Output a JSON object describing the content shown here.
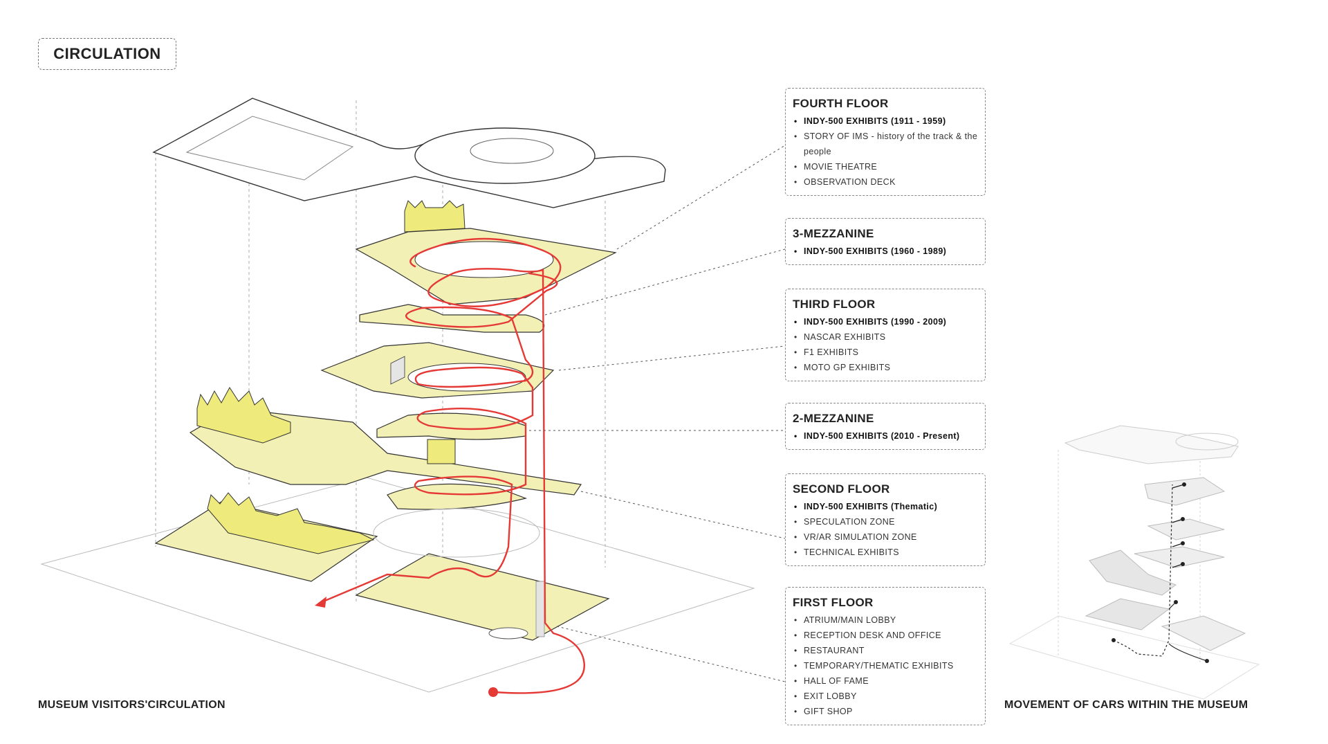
{
  "title": "CIRCULATION",
  "captions": {
    "visitors": "MUSEUM VISITORS'CIRCULATION",
    "cars": "MOVEMENT OF CARS WITHIN THE MUSEUM"
  },
  "colors": {
    "path_red": "#e53935",
    "floor_yellow": "#f3f0b5",
    "wall_yellow": "#eeea7c",
    "outline": "#333333",
    "dashed": "#999999"
  },
  "floors": [
    {
      "name": "FOURTH FLOOR",
      "items": [
        {
          "text": "INDY-500 EXHIBITS (1911 - 1959)",
          "bold": true
        },
        {
          "text": "STORY OF IMS - history of the track & the people",
          "bold": false
        },
        {
          "text": "MOVIE THEATRE",
          "bold": false
        },
        {
          "text": "OBSERVATION DECK",
          "bold": false
        }
      ]
    },
    {
      "name": "3-MEZZANINE",
      "items": [
        {
          "text": "INDY-500 EXHIBITS (1960 - 1989)",
          "bold": true
        }
      ]
    },
    {
      "name": "THIRD FLOOR",
      "items": [
        {
          "text": "INDY-500 EXHIBITS (1990 - 2009)",
          "bold": true
        },
        {
          "text": "NASCAR EXHIBITS",
          "bold": false
        },
        {
          "text": "F1 EXHIBITS",
          "bold": false
        },
        {
          "text": "MOTO GP EXHIBITS",
          "bold": false
        }
      ]
    },
    {
      "name": "2-MEZZANINE",
      "items": [
        {
          "text": "INDY-500 EXHIBITS (2010 - Present)",
          "bold": true
        }
      ]
    },
    {
      "name": "SECOND FLOOR",
      "items": [
        {
          "text": "INDY-500 EXHIBITS (Thematic)",
          "bold": true
        },
        {
          "text": "SPECULATION ZONE",
          "bold": false
        },
        {
          "text": "VR/AR SIMULATION ZONE",
          "bold": false
        },
        {
          "text": "TECHNICAL EXHIBITS",
          "bold": false
        }
      ]
    },
    {
      "name": "FIRST FLOOR",
      "items": [
        {
          "text": "ATRIUM/MAIN LOBBY",
          "bold": false
        },
        {
          "text": "RECEPTION DESK AND OFFICE",
          "bold": false
        },
        {
          "text": "RESTAURANT",
          "bold": false
        },
        {
          "text": "TEMPORARY/THEMATIC EXHIBITS",
          "bold": false
        },
        {
          "text": "HALL OF FAME",
          "bold": false
        },
        {
          "text": "EXIT LOBBY",
          "bold": false
        },
        {
          "text": "GIFT SHOP",
          "bold": false
        }
      ]
    }
  ]
}
